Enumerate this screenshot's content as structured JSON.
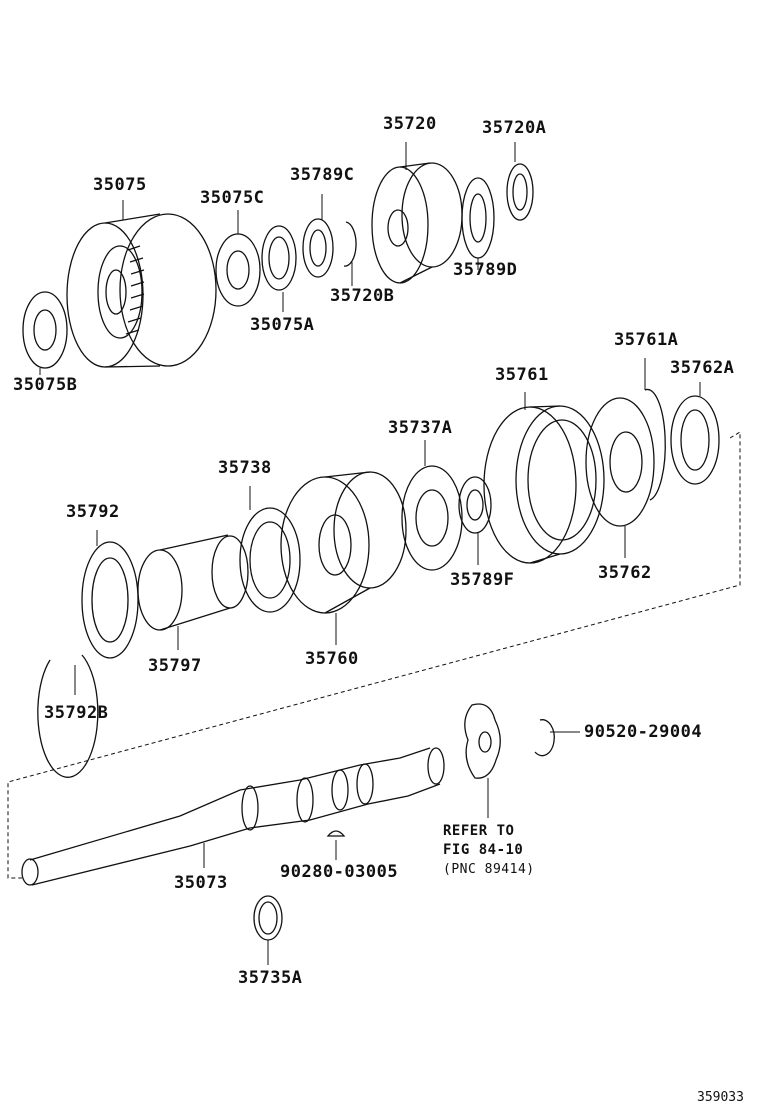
{
  "labels": {
    "p35720": "35720",
    "p35720A": "35720A",
    "p35075": "35075",
    "p35075C": "35075C",
    "p35789C": "35789C",
    "p35720B": "35720B",
    "p35789D": "35789D",
    "p35075A": "35075A",
    "p35075B": "35075B",
    "p35761A": "35761A",
    "p35761": "35761",
    "p35762A": "35762A",
    "p35737A": "35737A",
    "p35738": "35738",
    "p35792": "35792",
    "p35789F": "35789F",
    "p35762": "35762",
    "p35797": "35797",
    "p35760": "35760",
    "p35792B": "35792B",
    "p90520": "90520-29004",
    "p35073": "35073",
    "p90280": "90280-03005",
    "p35735A": "35735A"
  },
  "note": {
    "line1": "REFER TO",
    "line2": "FIG 84-10",
    "line3": "(PNC 89414)"
  },
  "figure_id": "359033"
}
